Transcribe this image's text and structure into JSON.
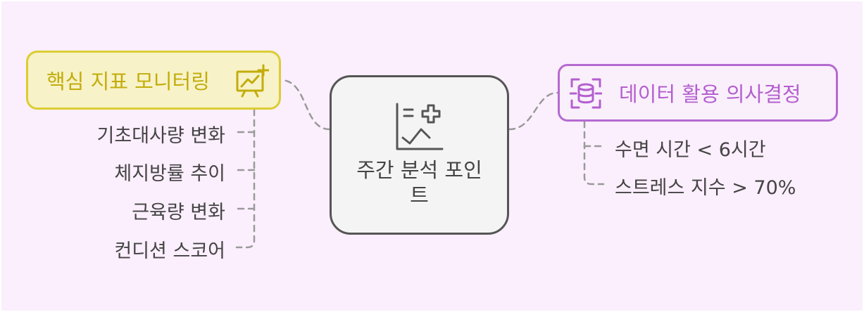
{
  "center": {
    "label": "주간 분석 포인트",
    "icon": "chart-plus-icon"
  },
  "left_branch": {
    "label": "핵심 지표 모니터링",
    "icon": "monitor-chart-plus-icon",
    "color": "#dccd32",
    "items": [
      "기초대사량 변화",
      "체지방률 추이",
      "근육량 변화",
      "컨디션 스코어"
    ]
  },
  "right_branch": {
    "label": "데이터 활용 의사결정",
    "icon": "database-scan-icon",
    "color": "#b46ad0",
    "items": [
      "수면 시간 < 6시간",
      "스트레스 지수 > 70%"
    ]
  }
}
